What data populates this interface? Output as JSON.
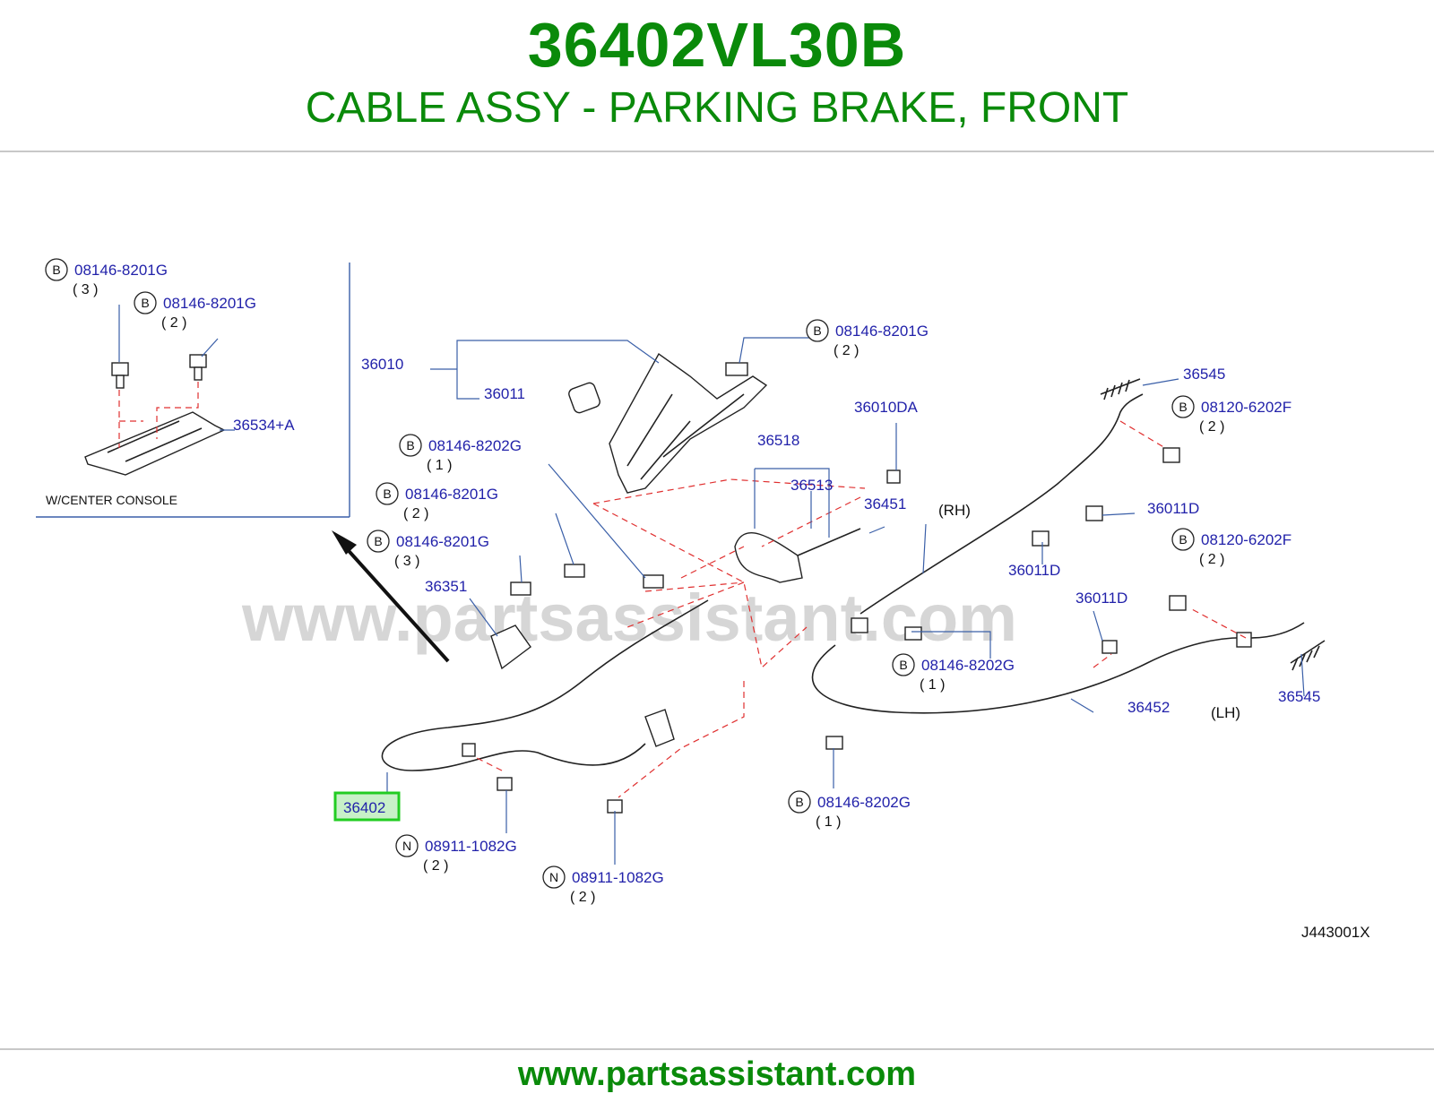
{
  "header": {
    "part_number": "36402VL30B",
    "description": "CABLE ASSY - PARKING BRAKE, FRONT"
  },
  "watermark": "www.partsassistant.com",
  "footer": {
    "url": "www.partsassistant.com"
  },
  "colors": {
    "brand_green": "#0a8a0a",
    "callout_blue": "#2222aa",
    "highlight": "#22cc22",
    "leader_red": "#e03030"
  },
  "diagram": {
    "inset_label": "W/CENTER   CONSOLE",
    "drawing_code": "J443001X",
    "side_rh": "(RH)",
    "side_lh": "(LH)",
    "highlighted_part": "36402",
    "callouts": [
      {
        "id": "c1",
        "circle": "B",
        "part": "08146-8201G",
        "qty": "( 3 )"
      },
      {
        "id": "c2",
        "circle": "B",
        "part": "08146-8201G",
        "qty": "( 2 )"
      },
      {
        "id": "c3",
        "circle": "",
        "part": "36534+A",
        "qty": ""
      },
      {
        "id": "c4",
        "circle": "",
        "part": "36010",
        "qty": ""
      },
      {
        "id": "c5",
        "circle": "",
        "part": "36011",
        "qty": ""
      },
      {
        "id": "c6",
        "circle": "B",
        "part": "08146-8201G",
        "qty": "( 2 )"
      },
      {
        "id": "c7",
        "circle": "B",
        "part": "08146-8202G",
        "qty": "( 1 )"
      },
      {
        "id": "c8",
        "circle": "B",
        "part": "08146-8201G",
        "qty": "( 2 )"
      },
      {
        "id": "c9",
        "circle": "B",
        "part": "08146-8201G",
        "qty": "( 3 )"
      },
      {
        "id": "c10",
        "circle": "",
        "part": "36351",
        "qty": ""
      },
      {
        "id": "c11",
        "circle": "",
        "part": "36010DA",
        "qty": ""
      },
      {
        "id": "c12",
        "circle": "",
        "part": "36518",
        "qty": ""
      },
      {
        "id": "c13",
        "circle": "",
        "part": "36513",
        "qty": ""
      },
      {
        "id": "c14",
        "circle": "",
        "part": "36451",
        "qty": ""
      },
      {
        "id": "c15",
        "circle": "",
        "part": "36545",
        "qty": ""
      },
      {
        "id": "c16",
        "circle": "B",
        "part": "08120-6202F",
        "qty": "( 2 )"
      },
      {
        "id": "c17",
        "circle": "",
        "part": "36011D",
        "qty": ""
      },
      {
        "id": "c18",
        "circle": "",
        "part": "36011D",
        "qty": ""
      },
      {
        "id": "c19",
        "circle": "B",
        "part": "08120-6202F",
        "qty": "( 2 )"
      },
      {
        "id": "c20",
        "circle": "",
        "part": "36011D",
        "qty": ""
      },
      {
        "id": "c21",
        "circle": "B",
        "part": "08146-8202G",
        "qty": "( 1 )"
      },
      {
        "id": "c22",
        "circle": "",
        "part": "36452",
        "qty": ""
      },
      {
        "id": "c23",
        "circle": "",
        "part": "36545",
        "qty": ""
      },
      {
        "id": "c24",
        "circle": "B",
        "part": "08146-8202G",
        "qty": "( 1 )"
      },
      {
        "id": "c25",
        "circle": "N",
        "part": "08911-1082G",
        "qty": "( 2 )"
      },
      {
        "id": "c26",
        "circle": "N",
        "part": "08911-1082G",
        "qty": "( 2 )"
      }
    ]
  }
}
